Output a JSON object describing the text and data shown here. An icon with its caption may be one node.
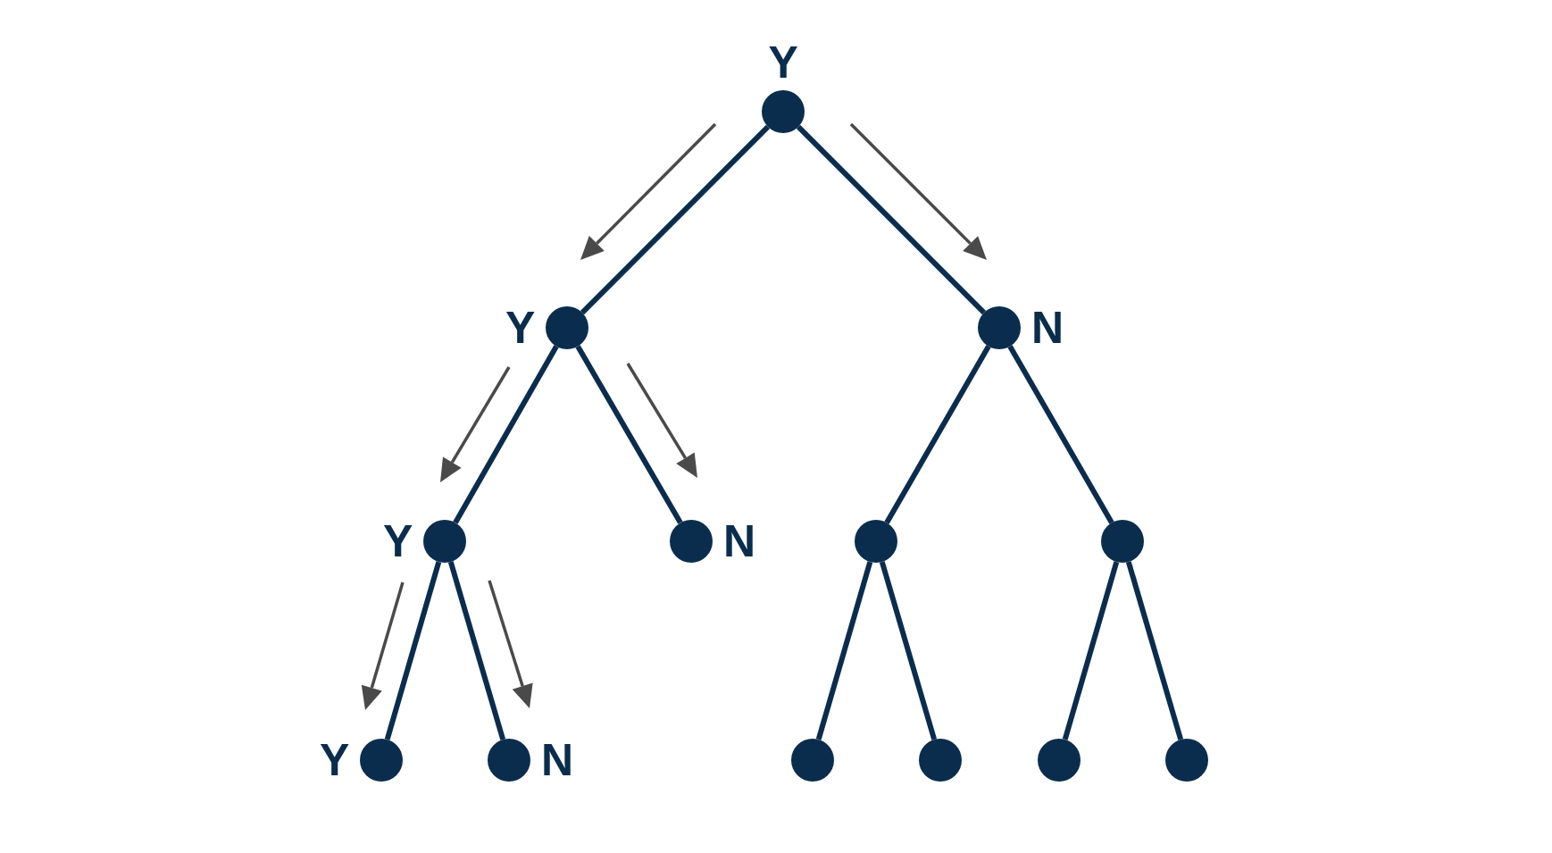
{
  "diagram": {
    "nodes": [
      {
        "text": [],
        "shape": "circle",
        "beside": [
          "Y"
        ]
      },
      {
        "text": [],
        "shape": "circle",
        "beside": [
          "Y"
        ]
      },
      {
        "text": [],
        "shape": "circle",
        "beside": [
          "N"
        ]
      },
      {
        "text": [],
        "shape": "circle",
        "beside": [
          "Y"
        ]
      },
      {
        "text": [],
        "shape": "circle",
        "beside": [
          "N"
        ]
      },
      {
        "text": [],
        "shape": "circle"
      },
      {
        "text": [],
        "shape": "circle"
      },
      {
        "text": [],
        "shape": "circle",
        "beside": [
          "Y"
        ]
      },
      {
        "text": [],
        "shape": "circle",
        "beside": [
          "N"
        ]
      },
      {
        "text": [],
        "shape": "circle"
      },
      {
        "text": [],
        "shape": "circle"
      },
      {
        "text": [],
        "shape": "circle"
      },
      {
        "text": [],
        "shape": "circle"
      }
    ],
    "edges": [
      {
        "from": 0,
        "to": 1,
        "arrow": "none"
      },
      {
        "from": 0,
        "to": 2,
        "arrow": "none"
      },
      {
        "from": 1,
        "to": 3,
        "arrow": "none"
      },
      {
        "from": 1,
        "to": 4,
        "arrow": "none"
      },
      {
        "from": 2,
        "to": 5,
        "arrow": "none"
      },
      {
        "from": 2,
        "to": 6,
        "arrow": "none"
      },
      {
        "from": 3,
        "to": 7,
        "arrow": "none"
      },
      {
        "from": 3,
        "to": 8,
        "arrow": "none"
      },
      {
        "from": 5,
        "to": 9,
        "arrow": "none"
      },
      {
        "from": 5,
        "to": 10,
        "arrow": "none"
      },
      {
        "from": 6,
        "to": 11,
        "arrow": "none"
      },
      {
        "from": 6,
        "to": 12,
        "arrow": "none"
      }
    ]
  }
}
